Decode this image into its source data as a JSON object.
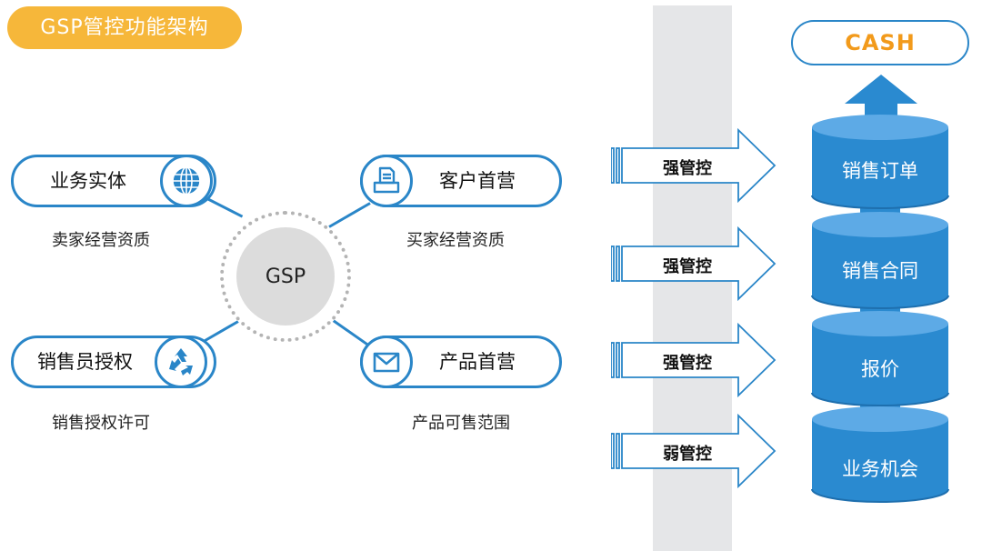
{
  "title": "GSP管控功能架构",
  "center": "GSP",
  "nodes": {
    "business_entity": {
      "label": "业务实体",
      "sub": "卖家经营资质",
      "icon": "globe-icon"
    },
    "customer_first": {
      "label": "客户首营",
      "sub": "买家经营资质",
      "icon": "printer-icon"
    },
    "sales_auth": {
      "label": "销售员授权",
      "sub": "销售授权许可",
      "icon": "recycle-icon"
    },
    "product_first": {
      "label": "产品首营",
      "sub": "产品可售范围",
      "icon": "mail-icon"
    }
  },
  "controls": [
    "强管控",
    "强管控",
    "强管控",
    "弱管控"
  ],
  "stack": [
    "销售订单",
    "销售合同",
    "报价",
    "业务机会"
  ],
  "cash": "CASH",
  "colors": {
    "accent_blue": "#2A86C8",
    "cylinder_blue": "#2A8AD0",
    "cylinder_top": "#5DAAE6",
    "title_orange": "#F6B73A",
    "cash_orange": "#F29A1B"
  }
}
